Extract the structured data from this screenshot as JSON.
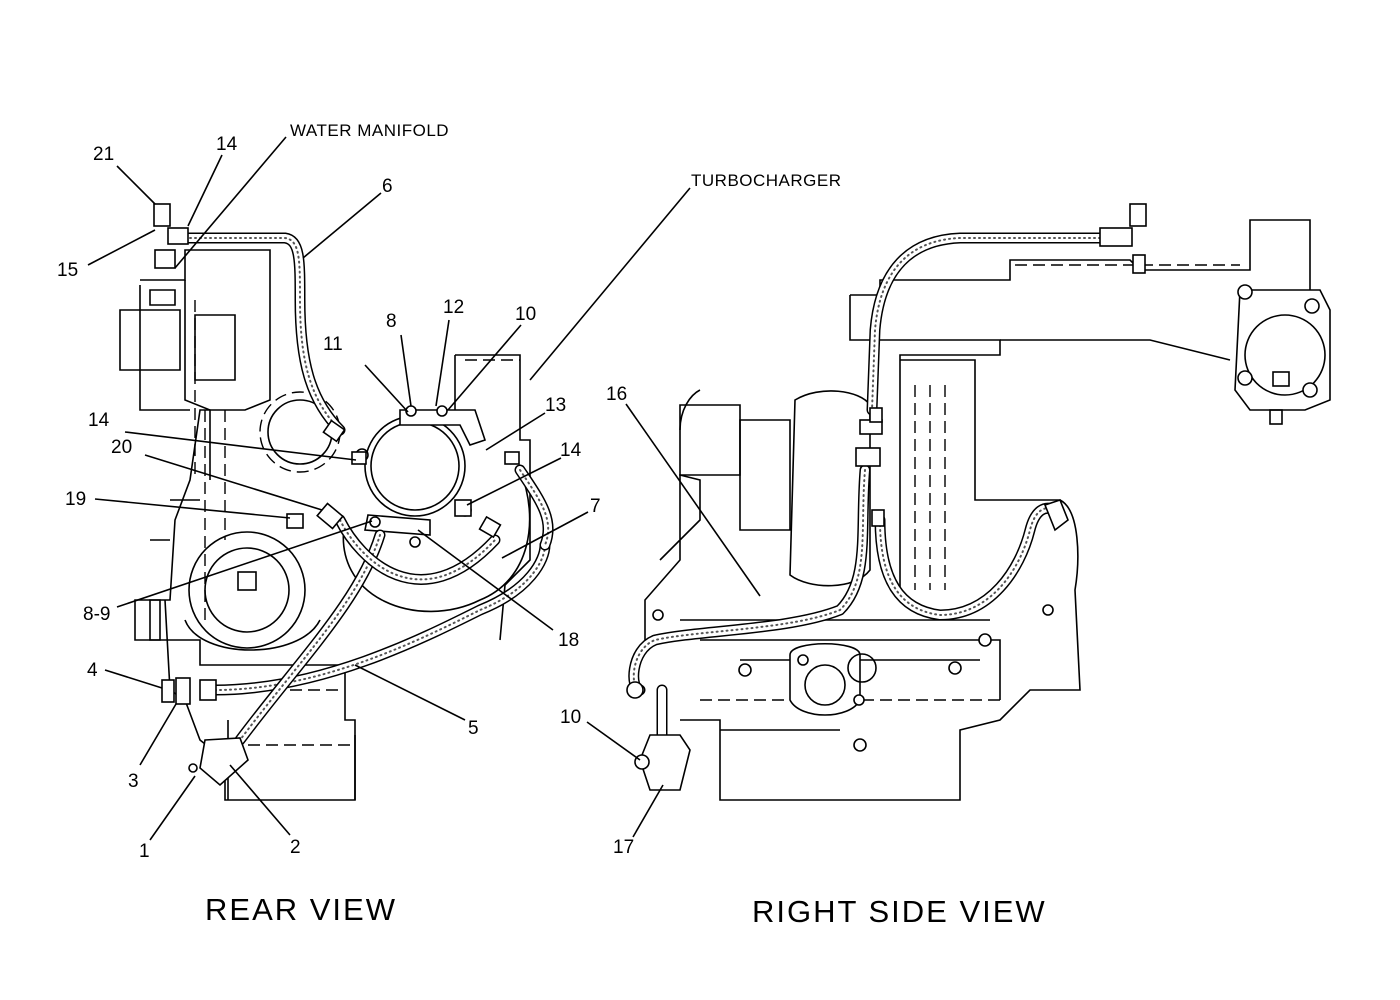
{
  "labels": {
    "water_manifold": "WATER  MANIFOLD",
    "turbocharger": "TURBOCHARGER",
    "rear_view": "REAR  VIEW",
    "right_side_view": "RIGHT  SIDE  VIEW"
  },
  "callouts": {
    "c21": "21",
    "c14_top": "14",
    "c6": "6",
    "c15": "15",
    "c8_top": "8",
    "c12": "12",
    "c10_top": "10",
    "c11": "11",
    "c13": "13",
    "c14_left": "14",
    "c14_right": "14",
    "c20": "20",
    "c19": "19",
    "c7": "7",
    "c8_9": "8-9",
    "c18": "18",
    "c4": "4",
    "c5": "5",
    "c3": "3",
    "c1": "1",
    "c2": "2",
    "c16": "16",
    "c10_bottom": "10",
    "c17": "17"
  }
}
